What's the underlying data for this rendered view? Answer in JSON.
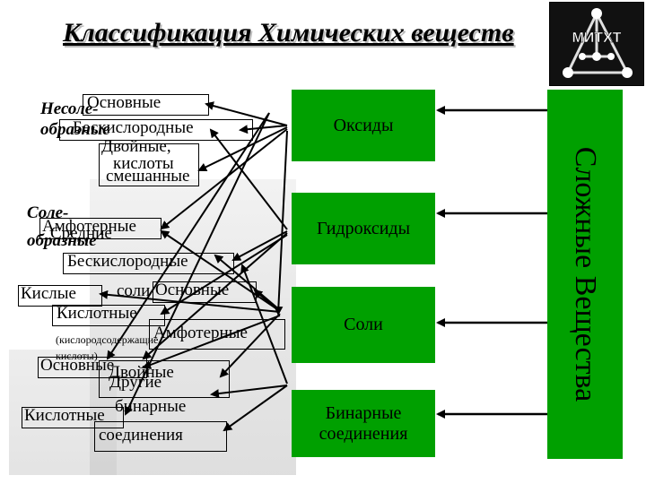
{
  "title": "Классификация Химических веществ",
  "logo_text": "МИТХТ",
  "side_label": "Сложные Вещества",
  "categories": [
    "Оксиды",
    "Гидроксиды",
    "Соли",
    "Бинарные соединения"
  ],
  "left_labels": {
    "nesoleobraz": [
      "Несоле-",
      "образные"
    ],
    "soleobraz": [
      "Соле-",
      "образные"
    ],
    "osnovnye_1": "Основные",
    "beskislorodnye_1": "Бескислородные",
    "dvoinye_1": "Двойные,",
    "kisloty": "кислоты",
    "smeshannye": "смешанные",
    "amfoternye_1": "Амфотерные",
    "srednie": "Средние",
    "beskislorodnye_2": "Бескислородные",
    "kislye": "Кислые",
    "soli": "соли",
    "osnovnye_2": "Основные",
    "kislotnye_1": "Кислотные",
    "kislorodsoderzh": "(кислородсодержащие",
    "kisloty_small": "кислоты)",
    "amfoternye_2": "Амфотерные",
    "osnovnye_3": "Основные",
    "dvoinye_2": "Двойные",
    "drugie": "Другие",
    "binarnye": "бинарные",
    "kislotnye_2": "Кислотные",
    "soedineniya": "соединения"
  },
  "colors": {
    "green": "#00a000",
    "text": "#000000",
    "logo_bg": "#111111"
  }
}
